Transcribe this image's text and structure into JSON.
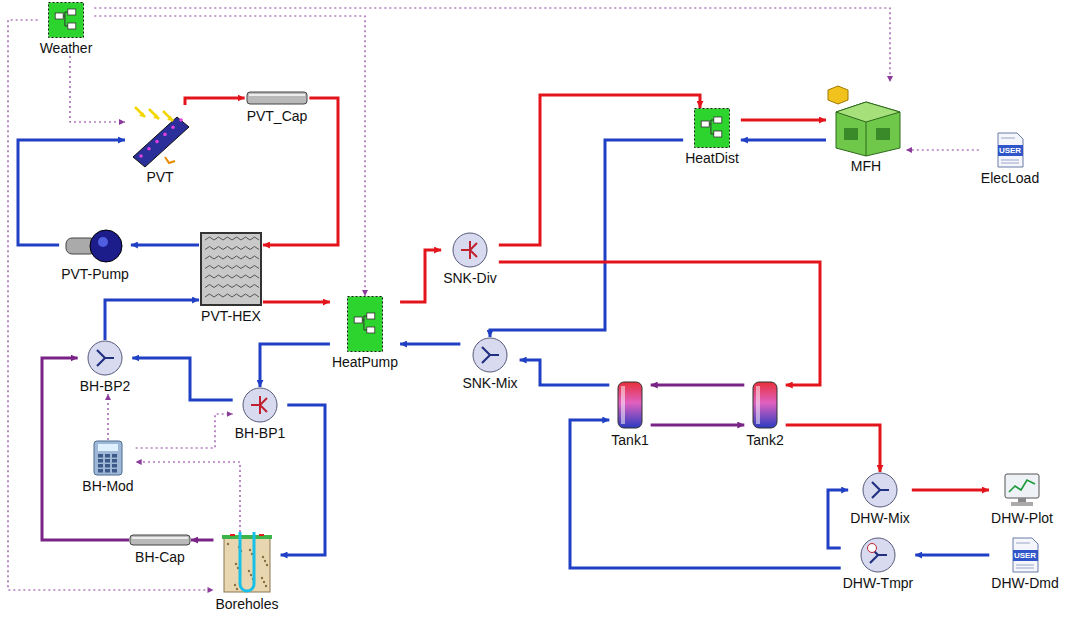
{
  "diagram": {
    "nodes": [
      {
        "text": [
          "Weather"
        ]
      },
      {
        "text": [
          "PVT"
        ]
      },
      {
        "text": [
          "PVT_Cap"
        ]
      },
      {
        "text": [
          "HeatDist"
        ]
      },
      {
        "text": [
          "MFH"
        ]
      },
      {
        "text": [
          "ElecLoad"
        ]
      },
      {
        "text": [
          "PVT-Pump"
        ]
      },
      {
        "text": [
          "SNK-Div"
        ]
      },
      {
        "text": [
          "PVT-HEX"
        ]
      },
      {
        "text": [
          "HeatPump"
        ]
      },
      {
        "text": [
          "SNK-Mix"
        ]
      },
      {
        "text": [
          "BH-BP2"
        ]
      },
      {
        "text": [
          "BH-BP1"
        ]
      },
      {
        "text": [
          "Tank1"
        ]
      },
      {
        "text": [
          "Tank2"
        ]
      },
      {
        "text": [
          "BH-Mod"
        ]
      },
      {
        "text": [
          "DHW-Mix"
        ]
      },
      {
        "text": [
          "DHW-Plot"
        ]
      },
      {
        "text": [
          "DHW-Tmpr"
        ]
      },
      {
        "text": [
          "DHW-Dmd"
        ]
      },
      {
        "text": [
          "BH-Cap"
        ]
      },
      {
        "text": [
          "Boreholes"
        ]
      }
    ],
    "edges": [
      {
        "from": 1,
        "to": 2,
        "arrow": "to"
      },
      {
        "from": 2,
        "to": 8,
        "arrow": "to"
      },
      {
        "from": 8,
        "to": 6,
        "arrow": "to"
      },
      {
        "from": 6,
        "to": 1,
        "arrow": "to"
      },
      {
        "from": 11,
        "to": 8,
        "arrow": "to"
      },
      {
        "from": 8,
        "to": 9,
        "arrow": "to"
      },
      {
        "from": 9,
        "to": 7,
        "arrow": "to"
      },
      {
        "from": 7,
        "to": 3,
        "arrow": "to"
      },
      {
        "from": 3,
        "to": 4,
        "arrow": "to"
      },
      {
        "from": 4,
        "to": 3,
        "arrow": "to"
      },
      {
        "from": 3,
        "to": 10,
        "arrow": "to"
      },
      {
        "from": 7,
        "to": 14,
        "arrow": "to"
      },
      {
        "from": 14,
        "to": 13,
        "arrow": "to"
      },
      {
        "from": 13,
        "to": 10,
        "arrow": "to"
      },
      {
        "from": 10,
        "to": 9,
        "arrow": "to"
      },
      {
        "from": 9,
        "to": 12,
        "arrow": "to"
      },
      {
        "from": 12,
        "to": 11,
        "arrow": "to"
      },
      {
        "from": 12,
        "to": 21,
        "arrow": "to"
      },
      {
        "from": 21,
        "to": 20,
        "arrow": "to"
      },
      {
        "from": 20,
        "to": 11,
        "arrow": "to"
      },
      {
        "from": 13,
        "to": 14,
        "arrow": "to"
      },
      {
        "from": 14,
        "to": 16,
        "arrow": "to"
      },
      {
        "from": 16,
        "to": 17,
        "arrow": "to"
      },
      {
        "from": 18,
        "to": 16,
        "arrow": "to"
      },
      {
        "from": 19,
        "to": 18,
        "arrow": "to"
      },
      {
        "from": 18,
        "to": 13,
        "arrow": "to"
      },
      {
        "from": 0,
        "to": 1,
        "arrow": "to"
      },
      {
        "from": 0,
        "to": 4,
        "arrow": "to"
      },
      {
        "from": 0,
        "to": 9,
        "arrow": "to"
      },
      {
        "from": 0,
        "to": 21,
        "arrow": "to"
      },
      {
        "from": 21,
        "to": 15,
        "arrow": "to"
      },
      {
        "from": 15,
        "to": 11,
        "arrow": "to"
      },
      {
        "from": 15,
        "to": 12,
        "arrow": "to"
      },
      {
        "from": 5,
        "to": 4,
        "arrow": "to"
      }
    ],
    "labels": [
      "USER",
      "USER"
    ]
  }
}
